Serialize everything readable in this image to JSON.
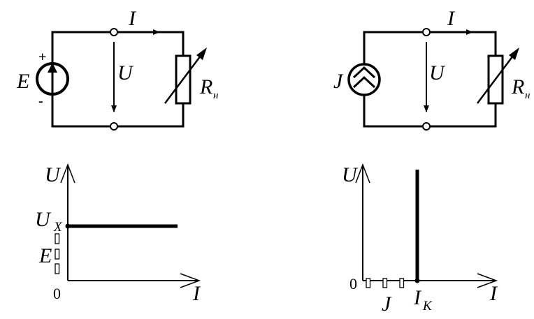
{
  "circuit_left": {
    "current_label": "I",
    "voltage_label": "U",
    "source_label": "E",
    "plus_sign": "+",
    "minus_sign": "-",
    "load_label_main": "R",
    "load_label_sub": "н"
  },
  "circuit_right": {
    "current_label": "I",
    "voltage_label": "U",
    "source_label": "J",
    "load_label_main": "R",
    "load_label_sub": "н"
  },
  "graph_left": {
    "y_axis_label": "U",
    "x_axis_label": "I",
    "origin_label": "0",
    "ux_main": "U",
    "ux_sub": "X",
    "e_label": "E"
  },
  "graph_right": {
    "y_axis_label": "U",
    "x_axis_label": "I",
    "origin_label": "0",
    "j_label": "J",
    "ik_main": "I",
    "ik_sub": "К"
  }
}
